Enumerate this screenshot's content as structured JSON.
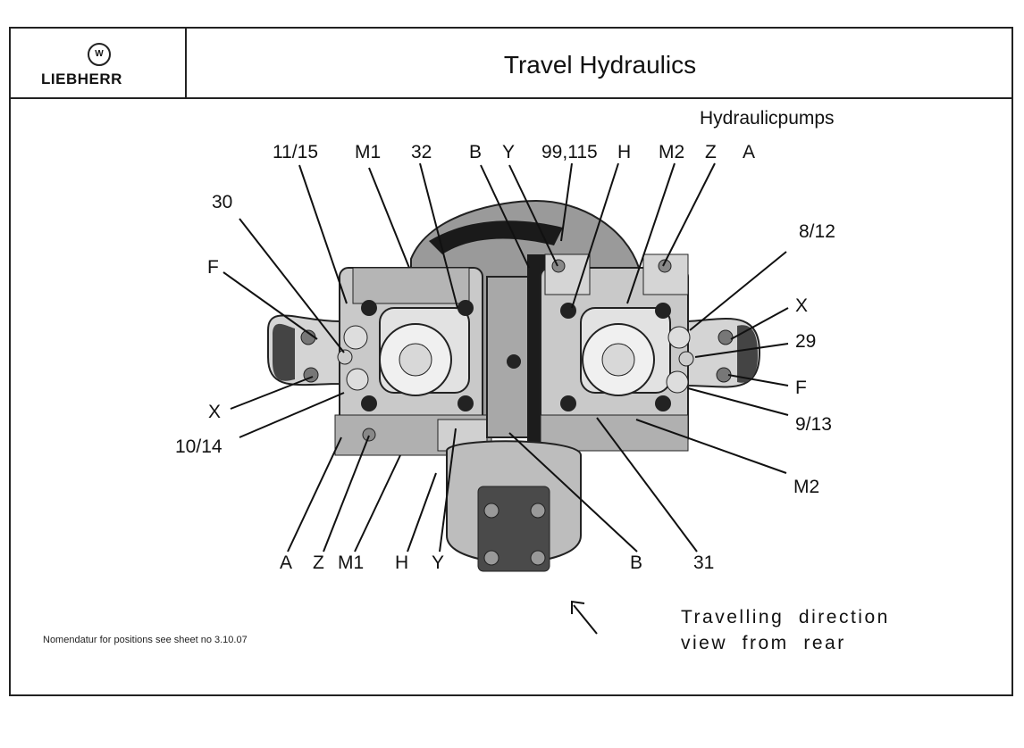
{
  "header": {
    "logo_text": "LIEBHERR",
    "logo_mark": "W",
    "title": "Travel Hydraulics"
  },
  "subtitle": "Hydraulicpumps",
  "labels": {
    "top": [
      "11/15",
      "M1",
      "32",
      "B",
      "Y",
      "99,115",
      "H",
      "M2",
      "Z",
      "A"
    ],
    "left": [
      "30",
      "F",
      "X",
      "10/14"
    ],
    "right": [
      "8/12",
      "X",
      "29",
      "F",
      "9/13",
      "M2"
    ],
    "bottom": [
      "A",
      "Z",
      "M1",
      "H",
      "Y",
      "B",
      "31"
    ]
  },
  "direction_note": [
    "Travelling  direction",
    "view  from  rear"
  ],
  "footnote": "Nomendatur for positions see sheet no 3.10.07"
}
